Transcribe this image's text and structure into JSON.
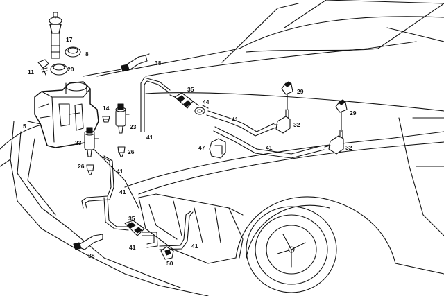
{
  "callouts": [
    {
      "id": "c17",
      "text": "17"
    },
    {
      "id": "c8",
      "text": "8"
    },
    {
      "id": "c11",
      "text": "11"
    },
    {
      "id": "c20",
      "text": "20"
    },
    {
      "id": "c38a",
      "text": "38"
    },
    {
      "id": "c35a",
      "text": "35"
    },
    {
      "id": "c29a",
      "text": "29"
    },
    {
      "id": "c44",
      "text": "44"
    },
    {
      "id": "c5",
      "text": "5"
    },
    {
      "id": "c14",
      "text": "14"
    },
    {
      "id": "c23a",
      "text": "23"
    },
    {
      "id": "c41a",
      "text": "41"
    },
    {
      "id": "c32a",
      "text": "32"
    },
    {
      "id": "c41b",
      "text": "41"
    },
    {
      "id": "c29b",
      "text": "29"
    },
    {
      "id": "c23b",
      "text": "23"
    },
    {
      "id": "c41c",
      "text": "41"
    },
    {
      "id": "c26a",
      "text": "26"
    },
    {
      "id": "c47",
      "text": "47"
    },
    {
      "id": "c41d",
      "text": "41"
    },
    {
      "id": "c32b",
      "text": "32"
    },
    {
      "id": "c26b",
      "text": "26"
    },
    {
      "id": "c41e",
      "text": "41"
    },
    {
      "id": "c35b",
      "text": "35"
    },
    {
      "id": "c41f",
      "text": "41"
    },
    {
      "id": "c38b",
      "text": "38"
    },
    {
      "id": "c41g",
      "text": "41"
    },
    {
      "id": "c50",
      "text": "50"
    }
  ]
}
